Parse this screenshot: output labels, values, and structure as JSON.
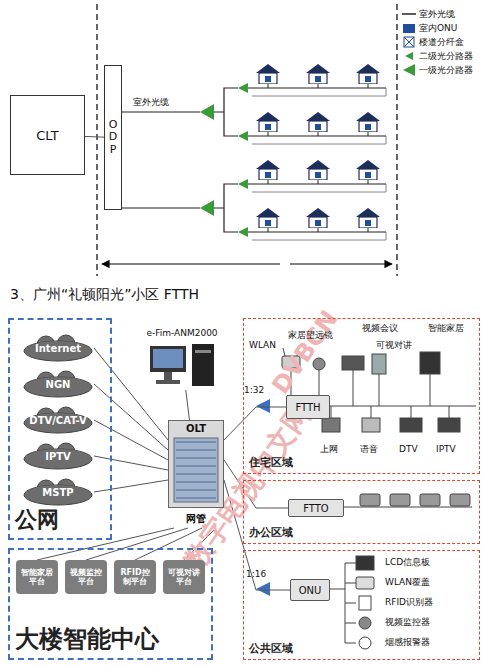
{
  "diagram": {
    "title": "3、广州“礼顿阳光”小区 FTTH",
    "nodes": [
      {
        "text": [
          "CLT"
        ]
      },
      {
        "text": [
          "ODP"
        ]
      },
      {
        "text": [
          "公网"
        ]
      },
      {
        "text": [
          "Internet"
        ],
        "in": 2
      },
      {
        "text": [
          "NGN"
        ],
        "in": 2
      },
      {
        "text": [
          "DTV/CAT-V"
        ],
        "in": 2
      },
      {
        "text": [
          "IPTV"
        ],
        "in": 2
      },
      {
        "text": [
          "MSTP"
        ],
        "in": 2
      },
      {
        "text": [
          "大楼智能中心"
        ]
      },
      {
        "text": [
          "智能家居平台"
        ],
        "in": 8
      },
      {
        "text": [
          "视频监控平台"
        ],
        "in": 8
      },
      {
        "text": [
          "RFID控制平台"
        ],
        "in": 8
      },
      {
        "text": [
          "可视对讲平台"
        ],
        "in": 8
      },
      {
        "text": [
          "e-Fim-ANM2000"
        ]
      },
      {
        "text": [
          "OLT",
          "网管"
        ]
      },
      {
        "text": [
          "住宅区域"
        ]
      },
      {
        "text": [
          "FTTH"
        ],
        "in": 15
      },
      {
        "text": [
          "办公区域"
        ]
      },
      {
        "text": [
          "FTTO"
        ],
        "in": 17
      },
      {
        "text": [
          "公共区域"
        ]
      },
      {
        "text": [
          "ONU"
        ],
        "in": 19
      }
    ],
    "edges": [
      {
        "from": 0,
        "to": 1,
        "arrow": "none"
      },
      {
        "from": 3,
        "to": 14,
        "arrow": "none"
      },
      {
        "from": 4,
        "to": 14,
        "arrow": "none"
      },
      {
        "from": 5,
        "to": 14,
        "arrow": "none"
      },
      {
        "from": 6,
        "to": 14,
        "arrow": "none"
      },
      {
        "from": 7,
        "to": 14,
        "arrow": "none"
      },
      {
        "from": 9,
        "to": 14,
        "arrow": "none"
      },
      {
        "from": 10,
        "to": 14,
        "arrow": "none"
      },
      {
        "from": 11,
        "to": 14,
        "arrow": "none"
      },
      {
        "from": 12,
        "to": 14,
        "arrow": "none"
      },
      {
        "from": 13,
        "to": 14,
        "arrow": "none"
      },
      {
        "from": 14,
        "to": 16,
        "arrow": "none"
      },
      {
        "from": 14,
        "to": 18,
        "arrow": "none"
      },
      {
        "from": 14,
        "to": 20,
        "arrow": "none"
      }
    ],
    "labels": [
      "室外光缆",
      "1:32",
      "1:16",
      "WLAN",
      "家居望远镜",
      "视频会议",
      "可视对讲",
      "智能家居",
      "上网",
      "语音",
      "DTV",
      "IPTV",
      "LCD信息板",
      "WLAN覆盖",
      "RFID识别器",
      "视频监控器",
      "烟感报警器",
      "DVBCN",
      "数字电视中文网"
    ],
    "legend": [
      {
        "text": "室外光缆"
      },
      {
        "text": "室内ONU",
        "color": "#1f4e9c"
      },
      {
        "text": "楼道分纤盒"
      },
      {
        "text": "二级光分路器"
      },
      {
        "text": "一级光分路器"
      }
    ]
  }
}
